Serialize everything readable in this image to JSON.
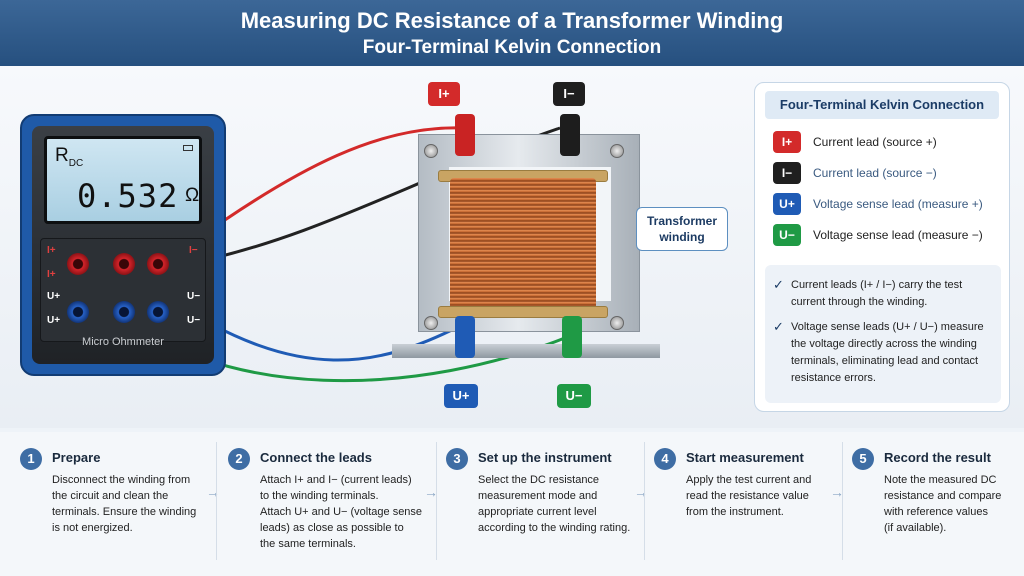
{
  "header": {
    "title": "Measuring DC Resistance of a Transformer Winding",
    "subtitle": "Four-Terminal Kelvin Connection"
  },
  "meter": {
    "symbol": "R",
    "symbol_sub": "DC",
    "reading": "0.532",
    "unit": "Ω",
    "name": "Micro Ohmmeter",
    "labels": {
      "i_plus": "I+",
      "i_minus": "I−",
      "u_plus": "U+",
      "u_minus": "U−"
    }
  },
  "terminals": {
    "i_plus": "I+",
    "i_minus": "I−",
    "u_plus": "U+",
    "u_minus": "U−"
  },
  "callout": {
    "line1": "Transformer",
    "line2": "winding"
  },
  "colors": {
    "red": "#d32a2a",
    "black": "#1f1f1f",
    "blue": "#1f5bb5",
    "green": "#1f9a45",
    "copper": "#c4652e"
  },
  "legend": {
    "title": "Four-Terminal Kelvin Connection",
    "items": [
      {
        "badge": "I+",
        "text": "Current lead (source +)"
      },
      {
        "badge": "I−",
        "text": "Current lead (source −)"
      },
      {
        "badge": "U+",
        "text": "Voltage sense lead (measure +)"
      },
      {
        "badge": "U−",
        "text": "Voltage sense lead (measure −)"
      }
    ],
    "notes": [
      "Current leads (I+ / I−) carry the test current through the winding.",
      "Voltage sense leads (U+ / U−) measure the voltage directly across the winding terminals, eliminating lead and contact resistance errors."
    ]
  },
  "steps": [
    {
      "num": "1",
      "title": "Prepare",
      "lines": [
        "Disconnect the winding from",
        "the circuit and clean the",
        "terminals. Ensure the winding",
        "is not energized."
      ]
    },
    {
      "num": "2",
      "title": "Connect the leads",
      "lines": [
        "Attach I+ and I− (current leads)",
        "to the winding terminals.",
        "Attach U+ and U− (voltage sense",
        "leads) as close as possible to",
        "the same terminals."
      ]
    },
    {
      "num": "3",
      "title": "Set up the instrument",
      "lines": [
        "Select the DC resistance",
        "measurement mode and",
        "appropriate current level",
        "according to the winding rating."
      ]
    },
    {
      "num": "4",
      "title": "Start measurement",
      "lines": [
        "Apply the test current and",
        "read the resistance value",
        "from the instrument."
      ]
    },
    {
      "num": "5",
      "title": "Record the result",
      "lines": [
        "Note the measured DC",
        "resistance and compare",
        "with reference values",
        "(if available)."
      ]
    }
  ],
  "arrow_glyph": "→"
}
